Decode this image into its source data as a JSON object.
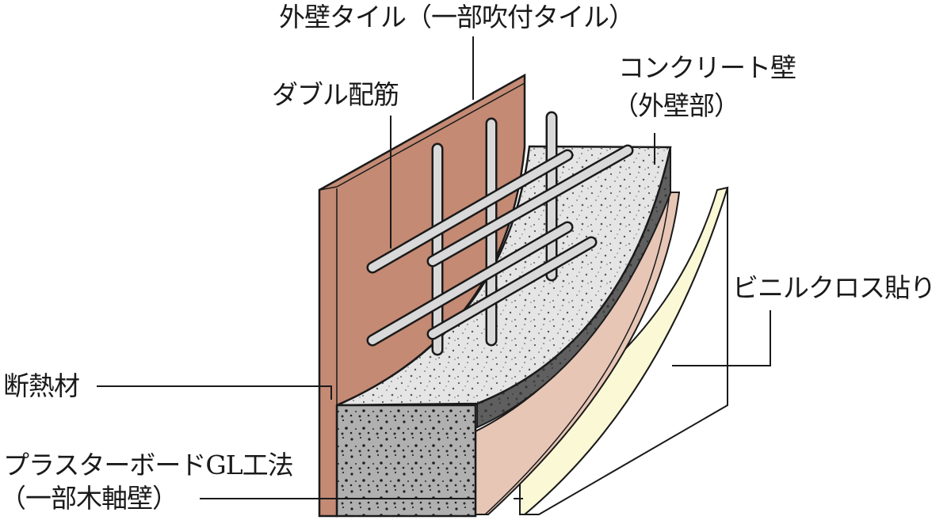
{
  "diagram": {
    "labels": {
      "exterior_tile": "外壁タイル（一部吹付タイル）",
      "double_rebar": "ダブル配筋",
      "concrete_wall_1": "コンクリート壁",
      "concrete_wall_2": "（外壁部）",
      "vinyl_cloth": "ビニルクロス貼り",
      "insulation": "断熱材",
      "plasterboard_1": "プラスターボードGL工法",
      "plasterboard_2": "（一部木軸壁）"
    },
    "colors": {
      "tile": "#c48a74",
      "concrete": "#e5e5e5",
      "insulation_side": "#5f5f5f",
      "plasterboard": "#e7c6b6",
      "vinyl_cloth": "#fbf8d6",
      "wall_face": "#ffffff",
      "rebar": "#d9d9d9",
      "line": "#1a1a1a"
    }
  }
}
